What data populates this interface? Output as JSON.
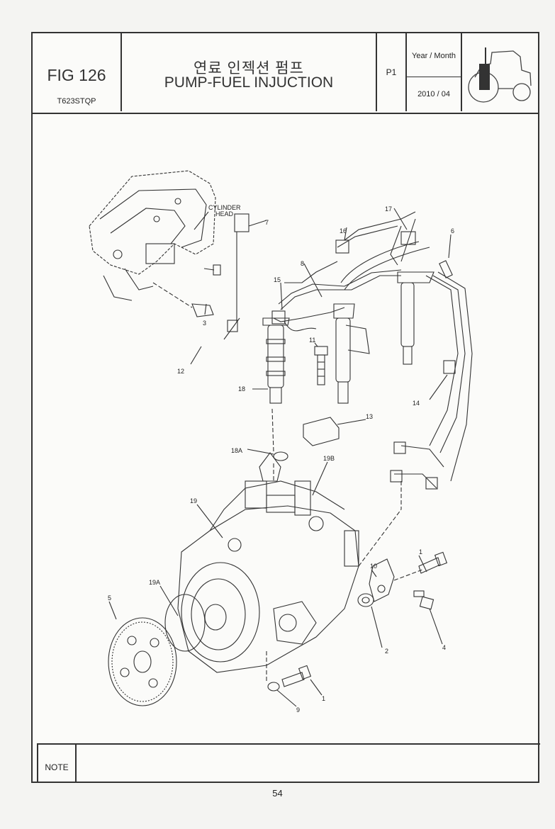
{
  "header": {
    "fig_number": "FIG 126",
    "model_code": "T623STQP",
    "title_korean": "연료 인젝션 펌프",
    "title_english": "PUMP-FUEL INJUCTION",
    "page_code": "P1",
    "date_label": "Year / Month",
    "date_value": "2010 / 04",
    "tractor_icon": "tractor-icon"
  },
  "diagram": {
    "annotation_cylinder_head_line1": "CYLINDER",
    "annotation_cylinder_head_line2": "HEAD",
    "callouts": {
      "p7": "7",
      "p17": "17",
      "p6": "6",
      "p16": "16",
      "p8": "8",
      "p15": "15",
      "p3": "3",
      "p11": "11",
      "p12": "12",
      "p18": "18",
      "p14": "14",
      "p13": "13",
      "p18a": "18A",
      "p19b": "19B",
      "p19": "19",
      "p1_upper": "1",
      "p10": "10",
      "p19a": "19A",
      "p5": "5",
      "p2": "2",
      "p4": "4",
      "p1_lower": "1",
      "p9": "9"
    }
  },
  "note": {
    "label": "NOTE"
  },
  "footer": {
    "page_number": "54"
  }
}
